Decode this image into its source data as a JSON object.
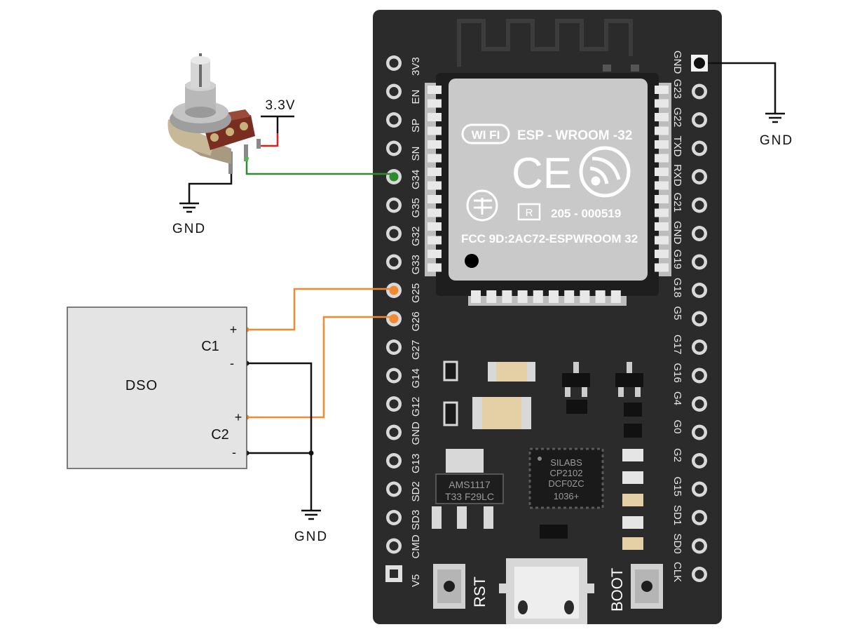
{
  "potentiometer": {
    "supply_label": "3.3V",
    "ground_label": "GND"
  },
  "dso": {
    "title": "DSO",
    "ch1_label": "C1",
    "ch2_label": "C2",
    "plus": "+",
    "minus": "-",
    "ground_label": "GND"
  },
  "board": {
    "ground_label": "GND",
    "module": {
      "wifi": "WI FI",
      "name": "ESP - WROOM -32",
      "ce": "CE",
      "r_mark": "R",
      "cert": "205 - 000519",
      "fcc": "FCC 9D:2AC72-ESPWROOM 32"
    },
    "regulator": {
      "line1": "AMS1117",
      "line2": "T33 F29LC"
    },
    "usb_ic": {
      "line1": "SILABS",
      "line2": "CP2102",
      "line3": "DCF0ZC",
      "line4": "1036+"
    },
    "rst_label": "RST",
    "boot_label": "BOOT",
    "left_pins": [
      "3V3",
      "EN",
      "SP",
      "SN",
      "G34",
      "G35",
      "G32",
      "G33",
      "G25",
      "G26",
      "G27",
      "G14",
      "G12",
      "GND",
      "G13",
      "SD2",
      "SD3",
      "CMD",
      "V5"
    ],
    "right_pins": [
      "GND",
      "G23",
      "G22",
      "TXD",
      "RXD",
      "G21",
      "GND",
      "G19",
      "G18",
      "G5",
      "G17",
      "G16",
      "G4",
      "G0",
      "G2",
      "G15",
      "SD1",
      "SD0",
      "CLK"
    ]
  },
  "colors": {
    "pot_wire": "#2e8b2e",
    "dac_wire": "#f08a30",
    "vcc_wire": "#e02020",
    "board": "#2b2b2b"
  }
}
